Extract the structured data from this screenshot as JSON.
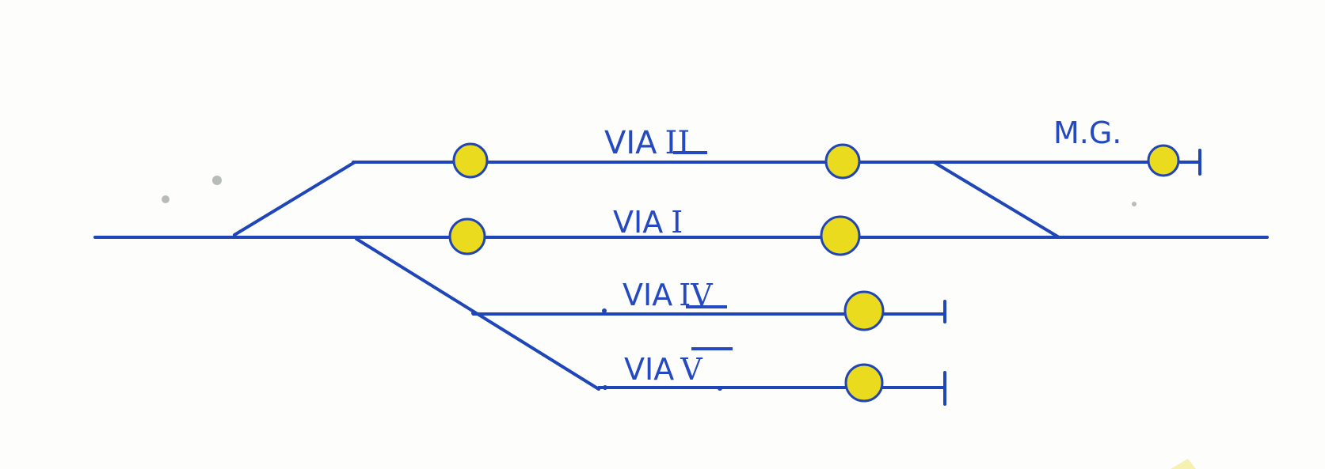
{
  "diagram": {
    "colors": {
      "track": "#1f46b8",
      "signal_fill": "#eadb1f",
      "signal_stroke": "#2145b3",
      "text": "#2449c0",
      "paper": "#fdfdfb"
    },
    "labels": {
      "via_ii": {
        "word": "VIA",
        "numeral": "II"
      },
      "via_i": {
        "word": "VIA",
        "numeral": "I"
      },
      "via_iv": {
        "word": "VIA",
        "numeral": "IV"
      },
      "via_v": {
        "word": "VIA",
        "numeral": "V"
      },
      "mg": "M.G."
    }
  }
}
